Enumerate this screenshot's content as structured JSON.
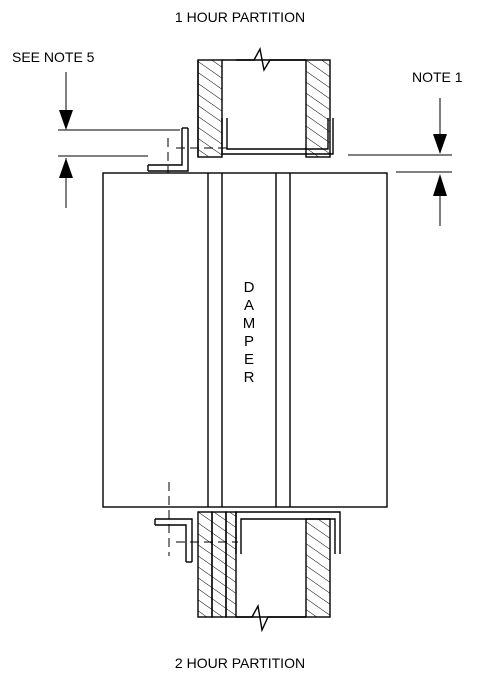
{
  "labels": {
    "top_partition": "1 HOUR PARTITION",
    "bottom_partition": "2 HOUR PARTITION",
    "note_left": "SEE NOTE 5",
    "note_right": "NOTE 1",
    "damper_letters": [
      "D",
      "A",
      "M",
      "P",
      "E",
      "R"
    ]
  }
}
